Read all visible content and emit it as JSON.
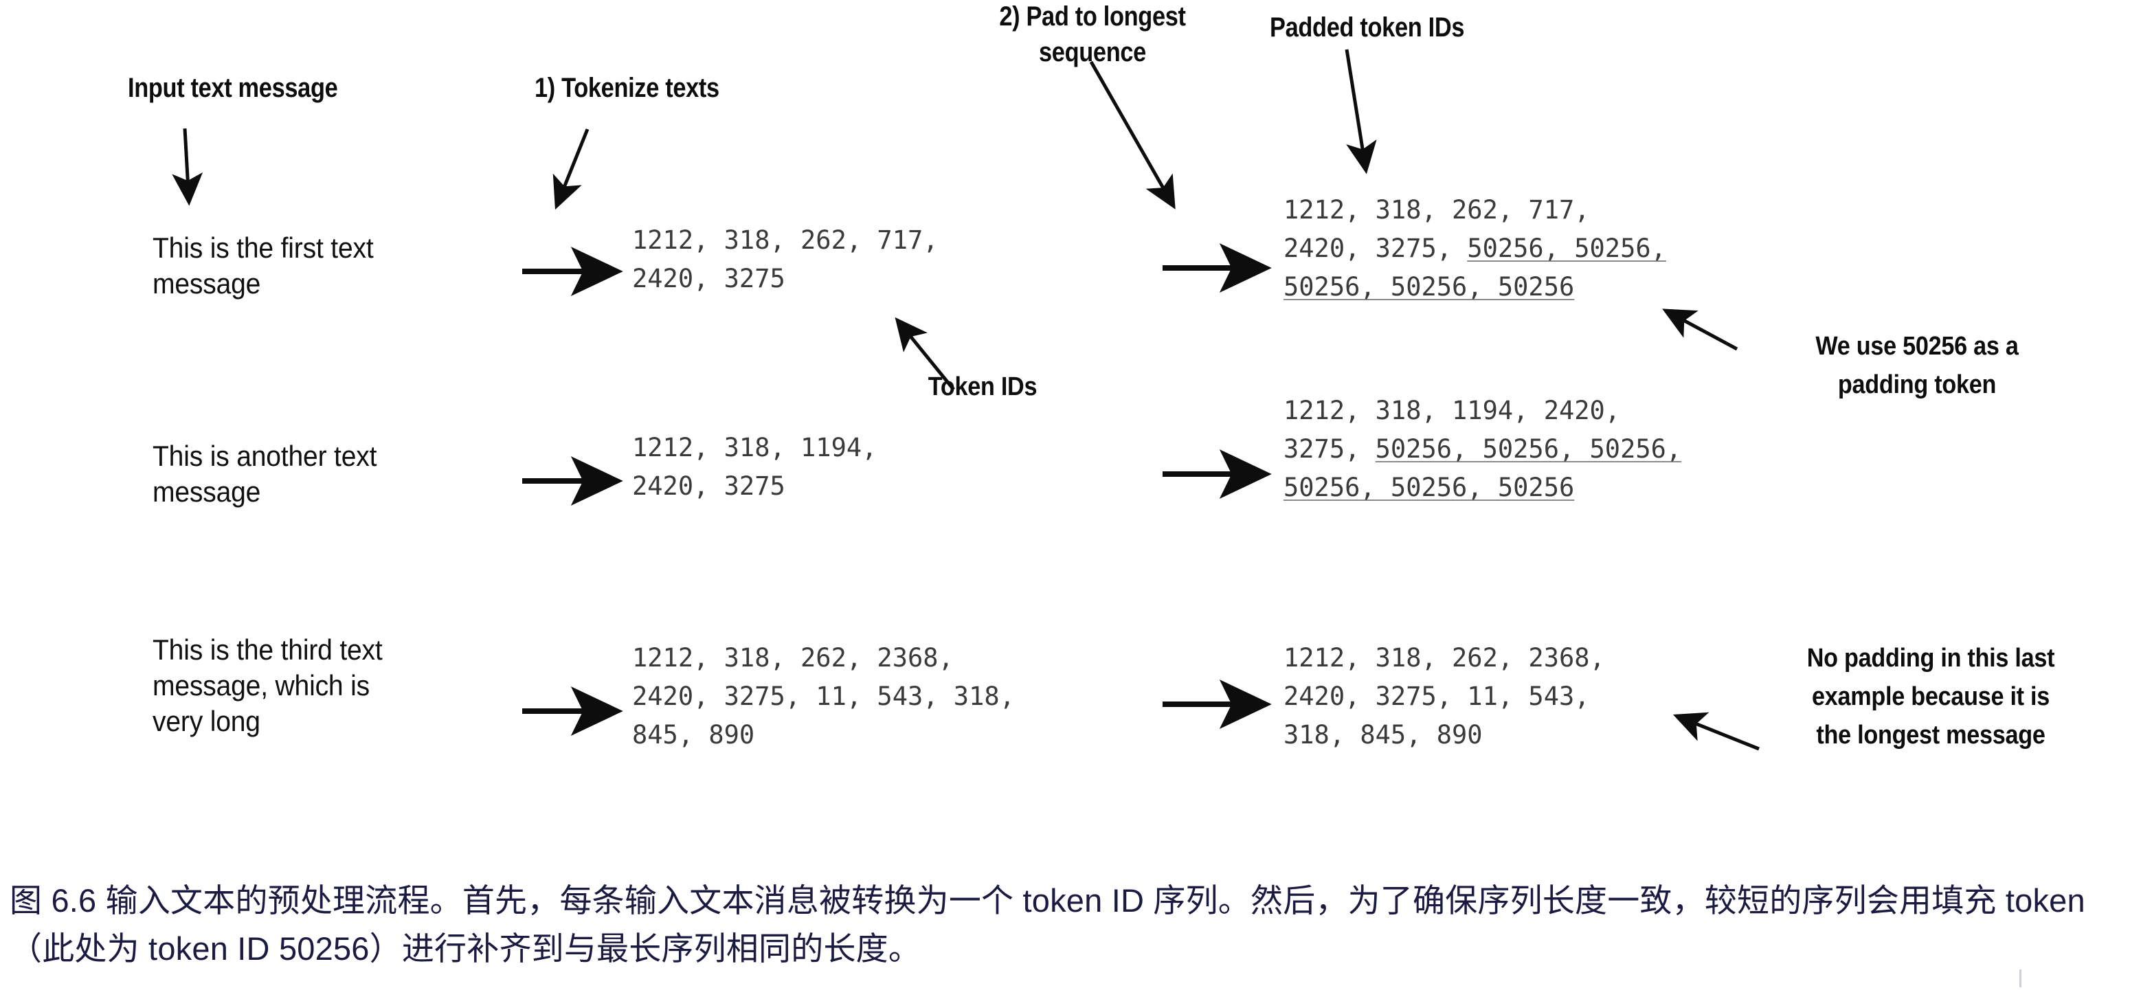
{
  "figure": {
    "headers": [
      {
        "id": "input-text-message",
        "label": "Input text message"
      },
      {
        "id": "tokenize-texts",
        "label": "1) Tokenize texts"
      },
      {
        "id": "pad-to-longest-sequence",
        "label": "2) Pad to longest\nsequence"
      },
      {
        "id": "padded-token-ids",
        "label": "Padded token IDs"
      }
    ],
    "inline_labels": [
      {
        "id": "token-ids",
        "label": "Token IDs"
      },
      {
        "id": "padding-note",
        "label": "We use 50256 as a\npadding token"
      },
      {
        "id": "no-padding-note",
        "label": "No padding in this last\nexample because it is\nthe longest message"
      }
    ],
    "rows": [
      {
        "message": "This is the first text\nmessage",
        "token_ids_lines": [
          [
            {
              "t": "1212, 318, 262, 717,",
              "pad": false
            }
          ],
          [
            {
              "t": "2420, 3275",
              "pad": false
            }
          ]
        ],
        "padded_ids_lines": [
          [
            {
              "t": "1212, 318, 262, 717,",
              "pad": false
            }
          ],
          [
            {
              "t": "2420, 3275, ",
              "pad": false
            },
            {
              "t": "50256, 50256,",
              "pad": true
            }
          ],
          [
            {
              "t": "50256, 50256, 50256",
              "pad": true
            }
          ]
        ]
      },
      {
        "message": "This is another text\nmessage",
        "token_ids_lines": [
          [
            {
              "t": "1212, 318, 1194,",
              "pad": false
            }
          ],
          [
            {
              "t": "2420, 3275",
              "pad": false
            }
          ]
        ],
        "padded_ids_lines": [
          [
            {
              "t": "1212, 318, 1194, 2420,",
              "pad": false
            }
          ],
          [
            {
              "t": "3275, ",
              "pad": false
            },
            {
              "t": "50256, 50256, 50256,",
              "pad": true
            }
          ],
          [
            {
              "t": "50256, 50256, 50256",
              "pad": true
            }
          ]
        ]
      },
      {
        "message": "This is the third text\nmessage, which is\nvery long",
        "token_ids_lines": [
          [
            {
              "t": "1212, 318, 262, 2368,",
              "pad": false
            }
          ],
          [
            {
              "t": "2420, 3275, 11, 543, 318,",
              "pad": false
            }
          ],
          [
            {
              "t": "845, 890",
              "pad": false
            }
          ]
        ],
        "padded_ids_lines": [
          [
            {
              "t": "1212, 318, 262, 2368,",
              "pad": false
            }
          ],
          [
            {
              "t": "2420, 3275, 11, 543,",
              "pad": false
            }
          ],
          [
            {
              "t": "318, 845, 890",
              "pad": false
            }
          ]
        ]
      }
    ],
    "padding_token_id": "50256",
    "caption": "图 6.6 输入文本的预处理流程。首先，每条输入文本消息被转换为一个 token ID 序列。然后，为了确保序列长度一致，较短的序列会用填充 token（此处为 token ID 50256）进行补齐到与最长序列相同的长度。",
    "colors": {
      "ink": "#0d0d0d",
      "token_ink": "#3a3a3a",
      "caption": "#1b1b42",
      "underline": "#8a8a8a",
      "background": "#ffffff"
    }
  }
}
